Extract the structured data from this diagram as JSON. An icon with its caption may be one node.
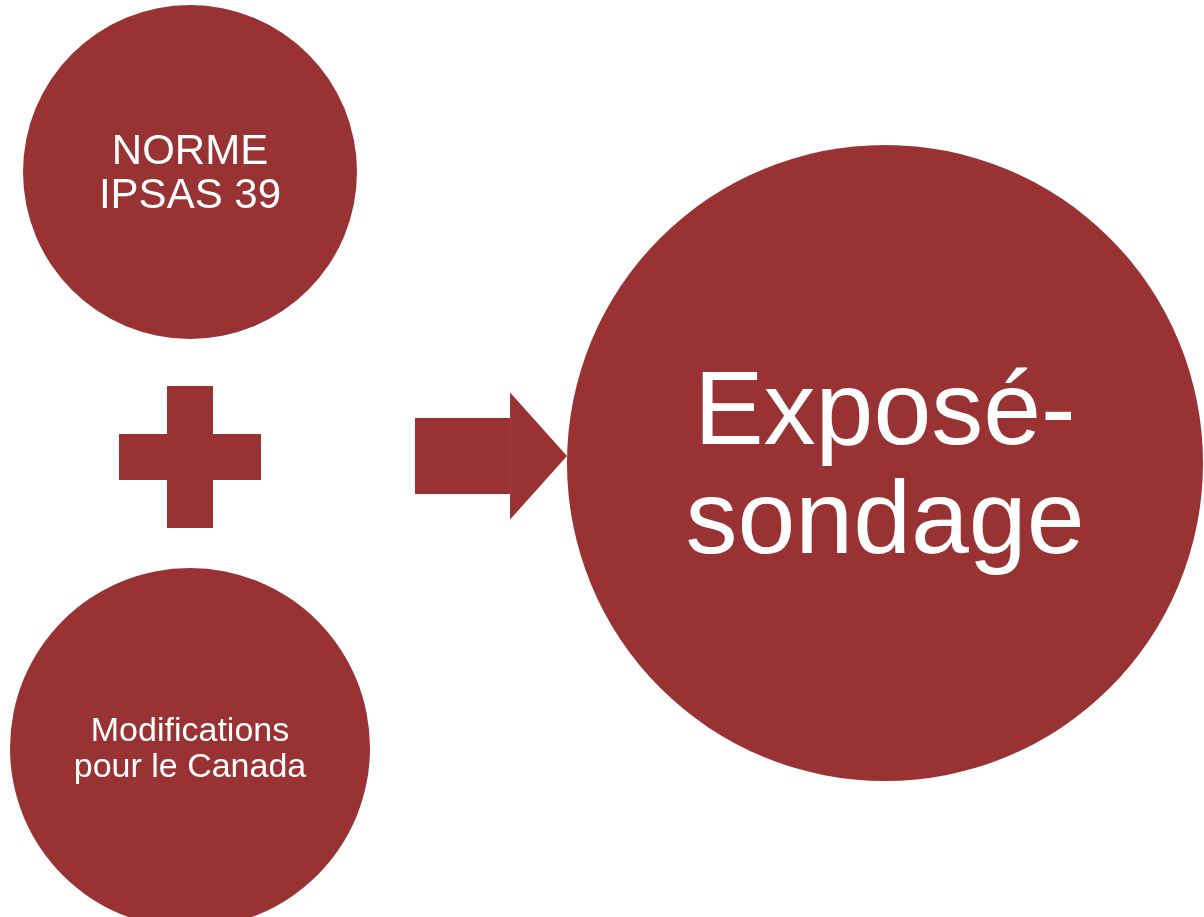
{
  "diagram": {
    "nodes": [
      {
        "text": [
          "NORME IPSAS 39"
        ]
      },
      {
        "text": [
          "Modifications pour le Canada"
        ]
      },
      {
        "text": [
          "Exposé-sondage"
        ]
      }
    ],
    "edges": [
      {
        "from": null,
        "to": 2,
        "arrow": "to"
      }
    ]
  }
}
